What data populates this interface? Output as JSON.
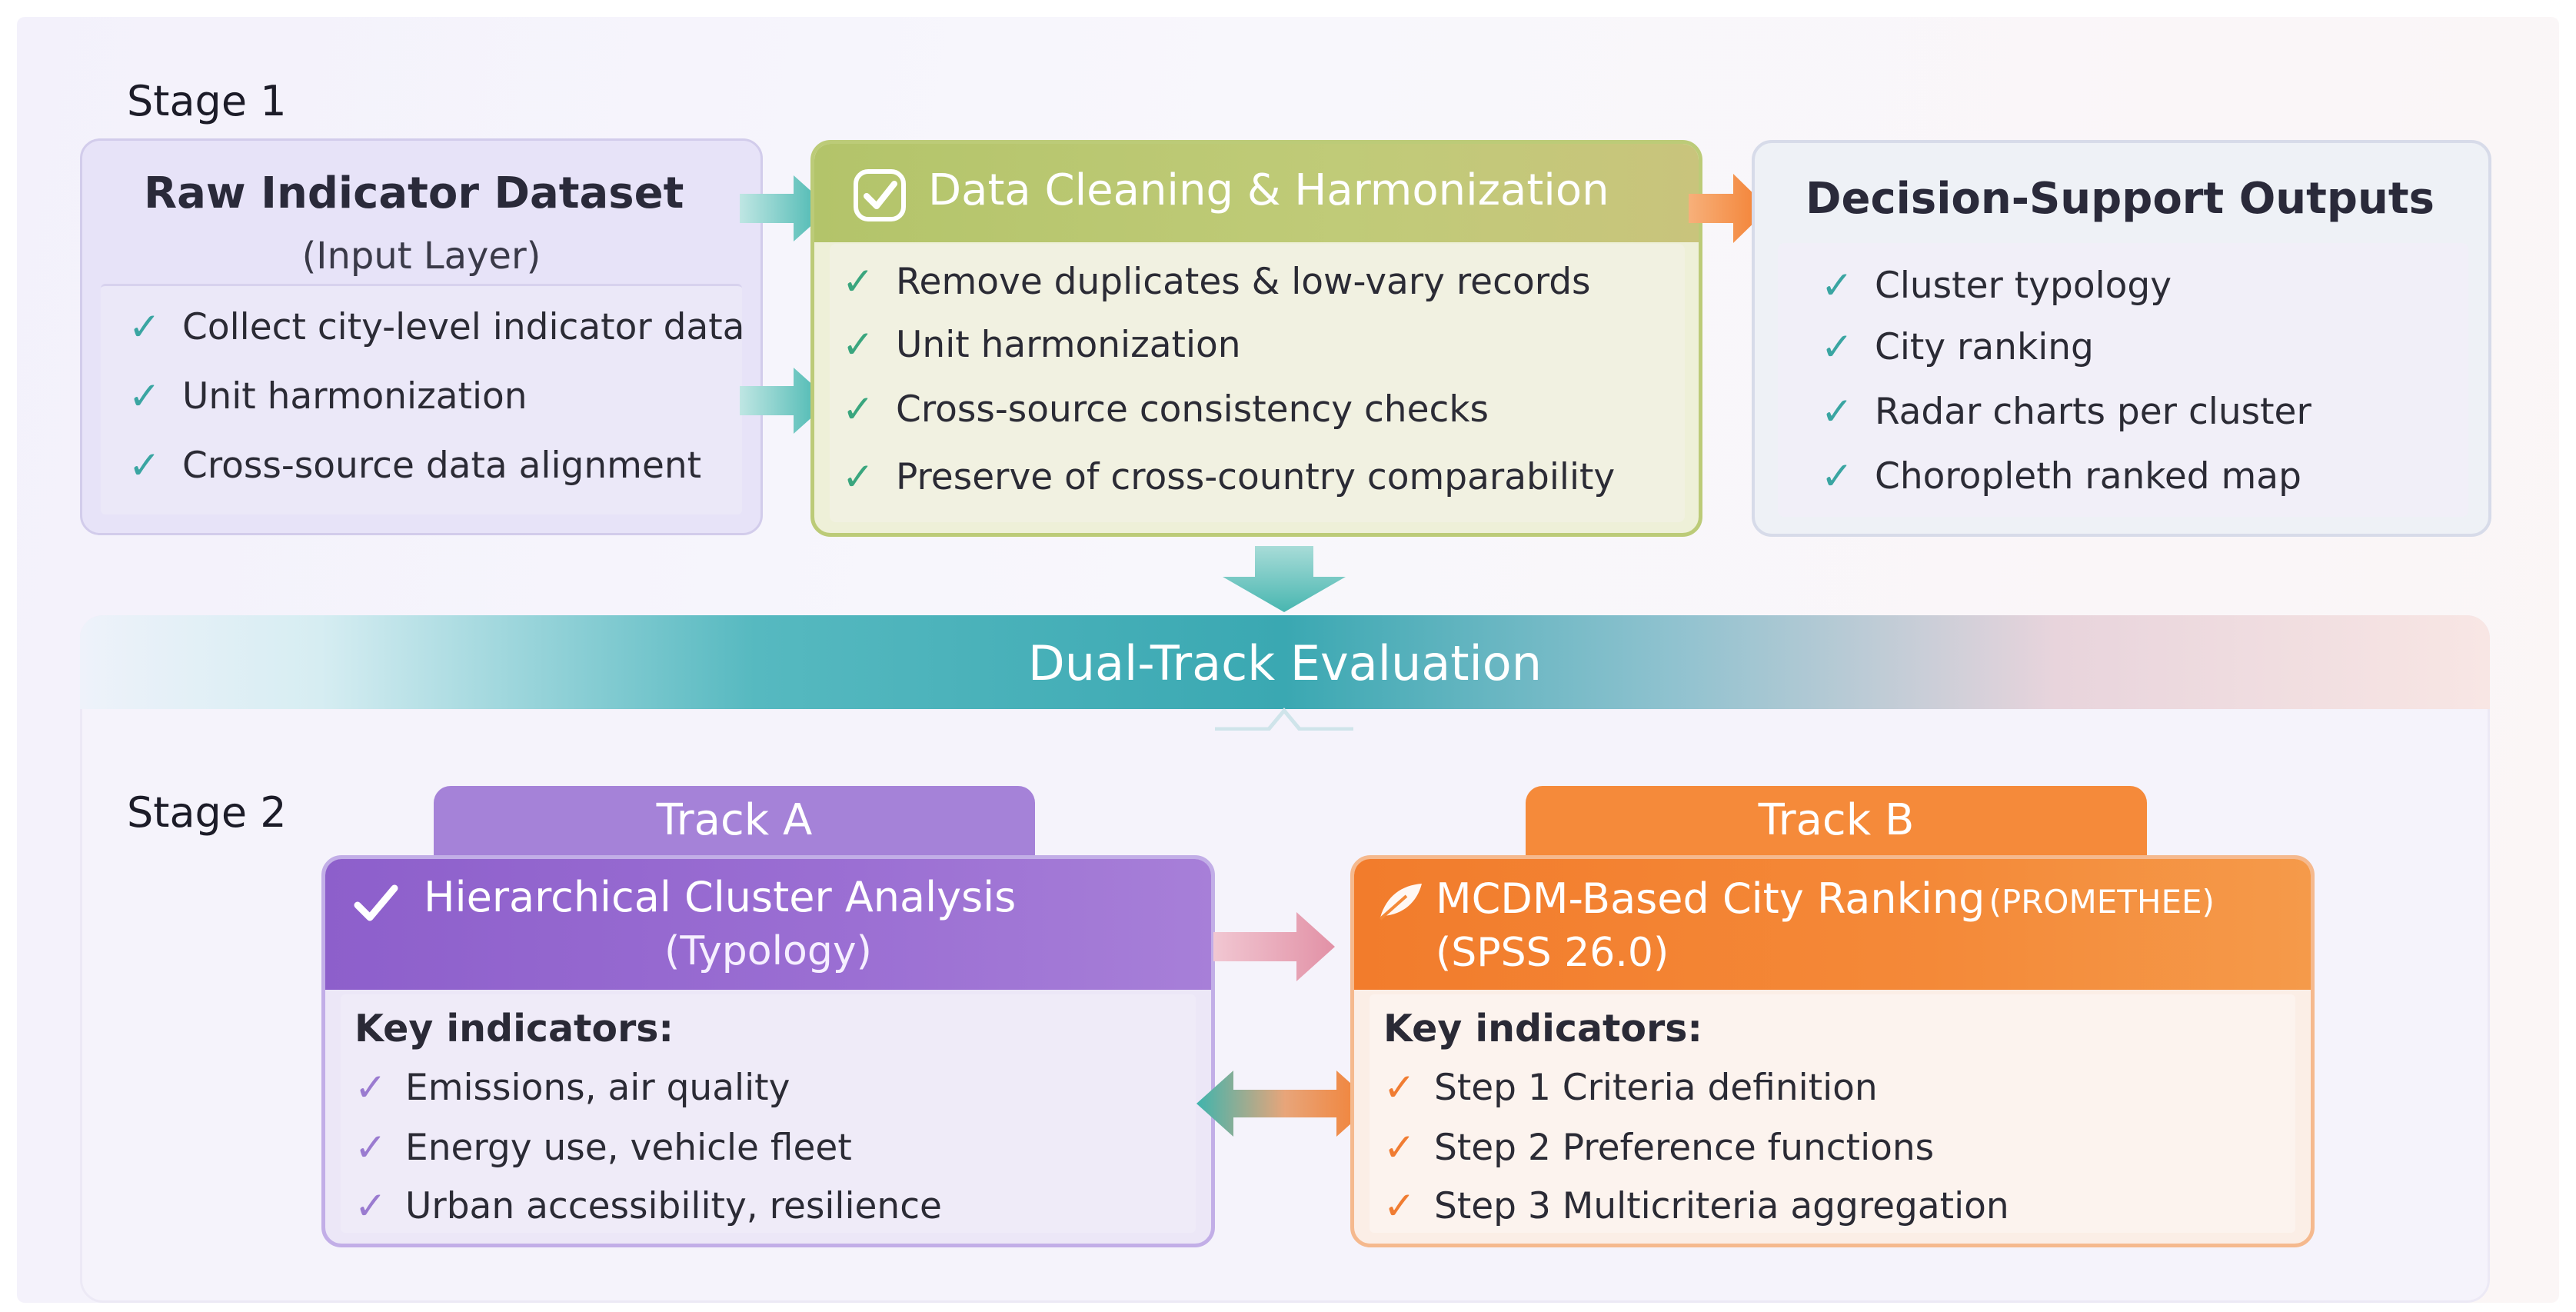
{
  "colors": {
    "teal": "#3fb4ad",
    "green_header": "#a9bd5d",
    "purple": "#9466cf",
    "orange": "#f37e2f",
    "pink_arrow": "#e79aad"
  },
  "stage1": {
    "label": "Stage 1",
    "raw": {
      "title": "Raw Indicator Dataset",
      "subtitle": "(Input Layer)",
      "items": [
        "Collect city-level indicator   data",
        "Unit harmonization",
        "Cross-source data alignment"
      ]
    },
    "cleaning": {
      "icon": "check-badge-icon",
      "title": "Data Cleaning & Harmonization",
      "items": [
        "Remove duplicates & low-vary records",
        "Unit harmonization",
        "Cross-source consistency checks",
        "Preserve of cross-country comparability"
      ]
    },
    "outputs": {
      "title": "Decision-Support Outputs",
      "items": [
        "Cluster typology",
        "City ranking",
        "Radar charts per cluster",
        "Choropleth ranked map"
      ]
    }
  },
  "dual": {
    "title": "Dual-Track Evaluation"
  },
  "stage2": {
    "label": "Stage 2",
    "trackA": {
      "tab": "Track A",
      "icon": "check-icon",
      "title_line1": "Hierarchical Cluster Analysis",
      "title_line2": "(Typology)",
      "key_label": "Key indicators:",
      "items": [
        "Emissions, air quality",
        "Energy use, vehicle fleet",
        "Urban accessibility, resilience"
      ]
    },
    "trackB": {
      "tab": "Track B",
      "icon": "leaf-icon",
      "title_main": "MCDM-Based City Ranking",
      "title_suffix": "(PROMETHEE)",
      "title_line2": "(SPSS 26.0)",
      "key_label": "Key indicators:",
      "items": [
        "Step 1 Criteria definition",
        "Step 2 Preference functions",
        "Step 3 Multicriteria aggregation"
      ]
    }
  }
}
